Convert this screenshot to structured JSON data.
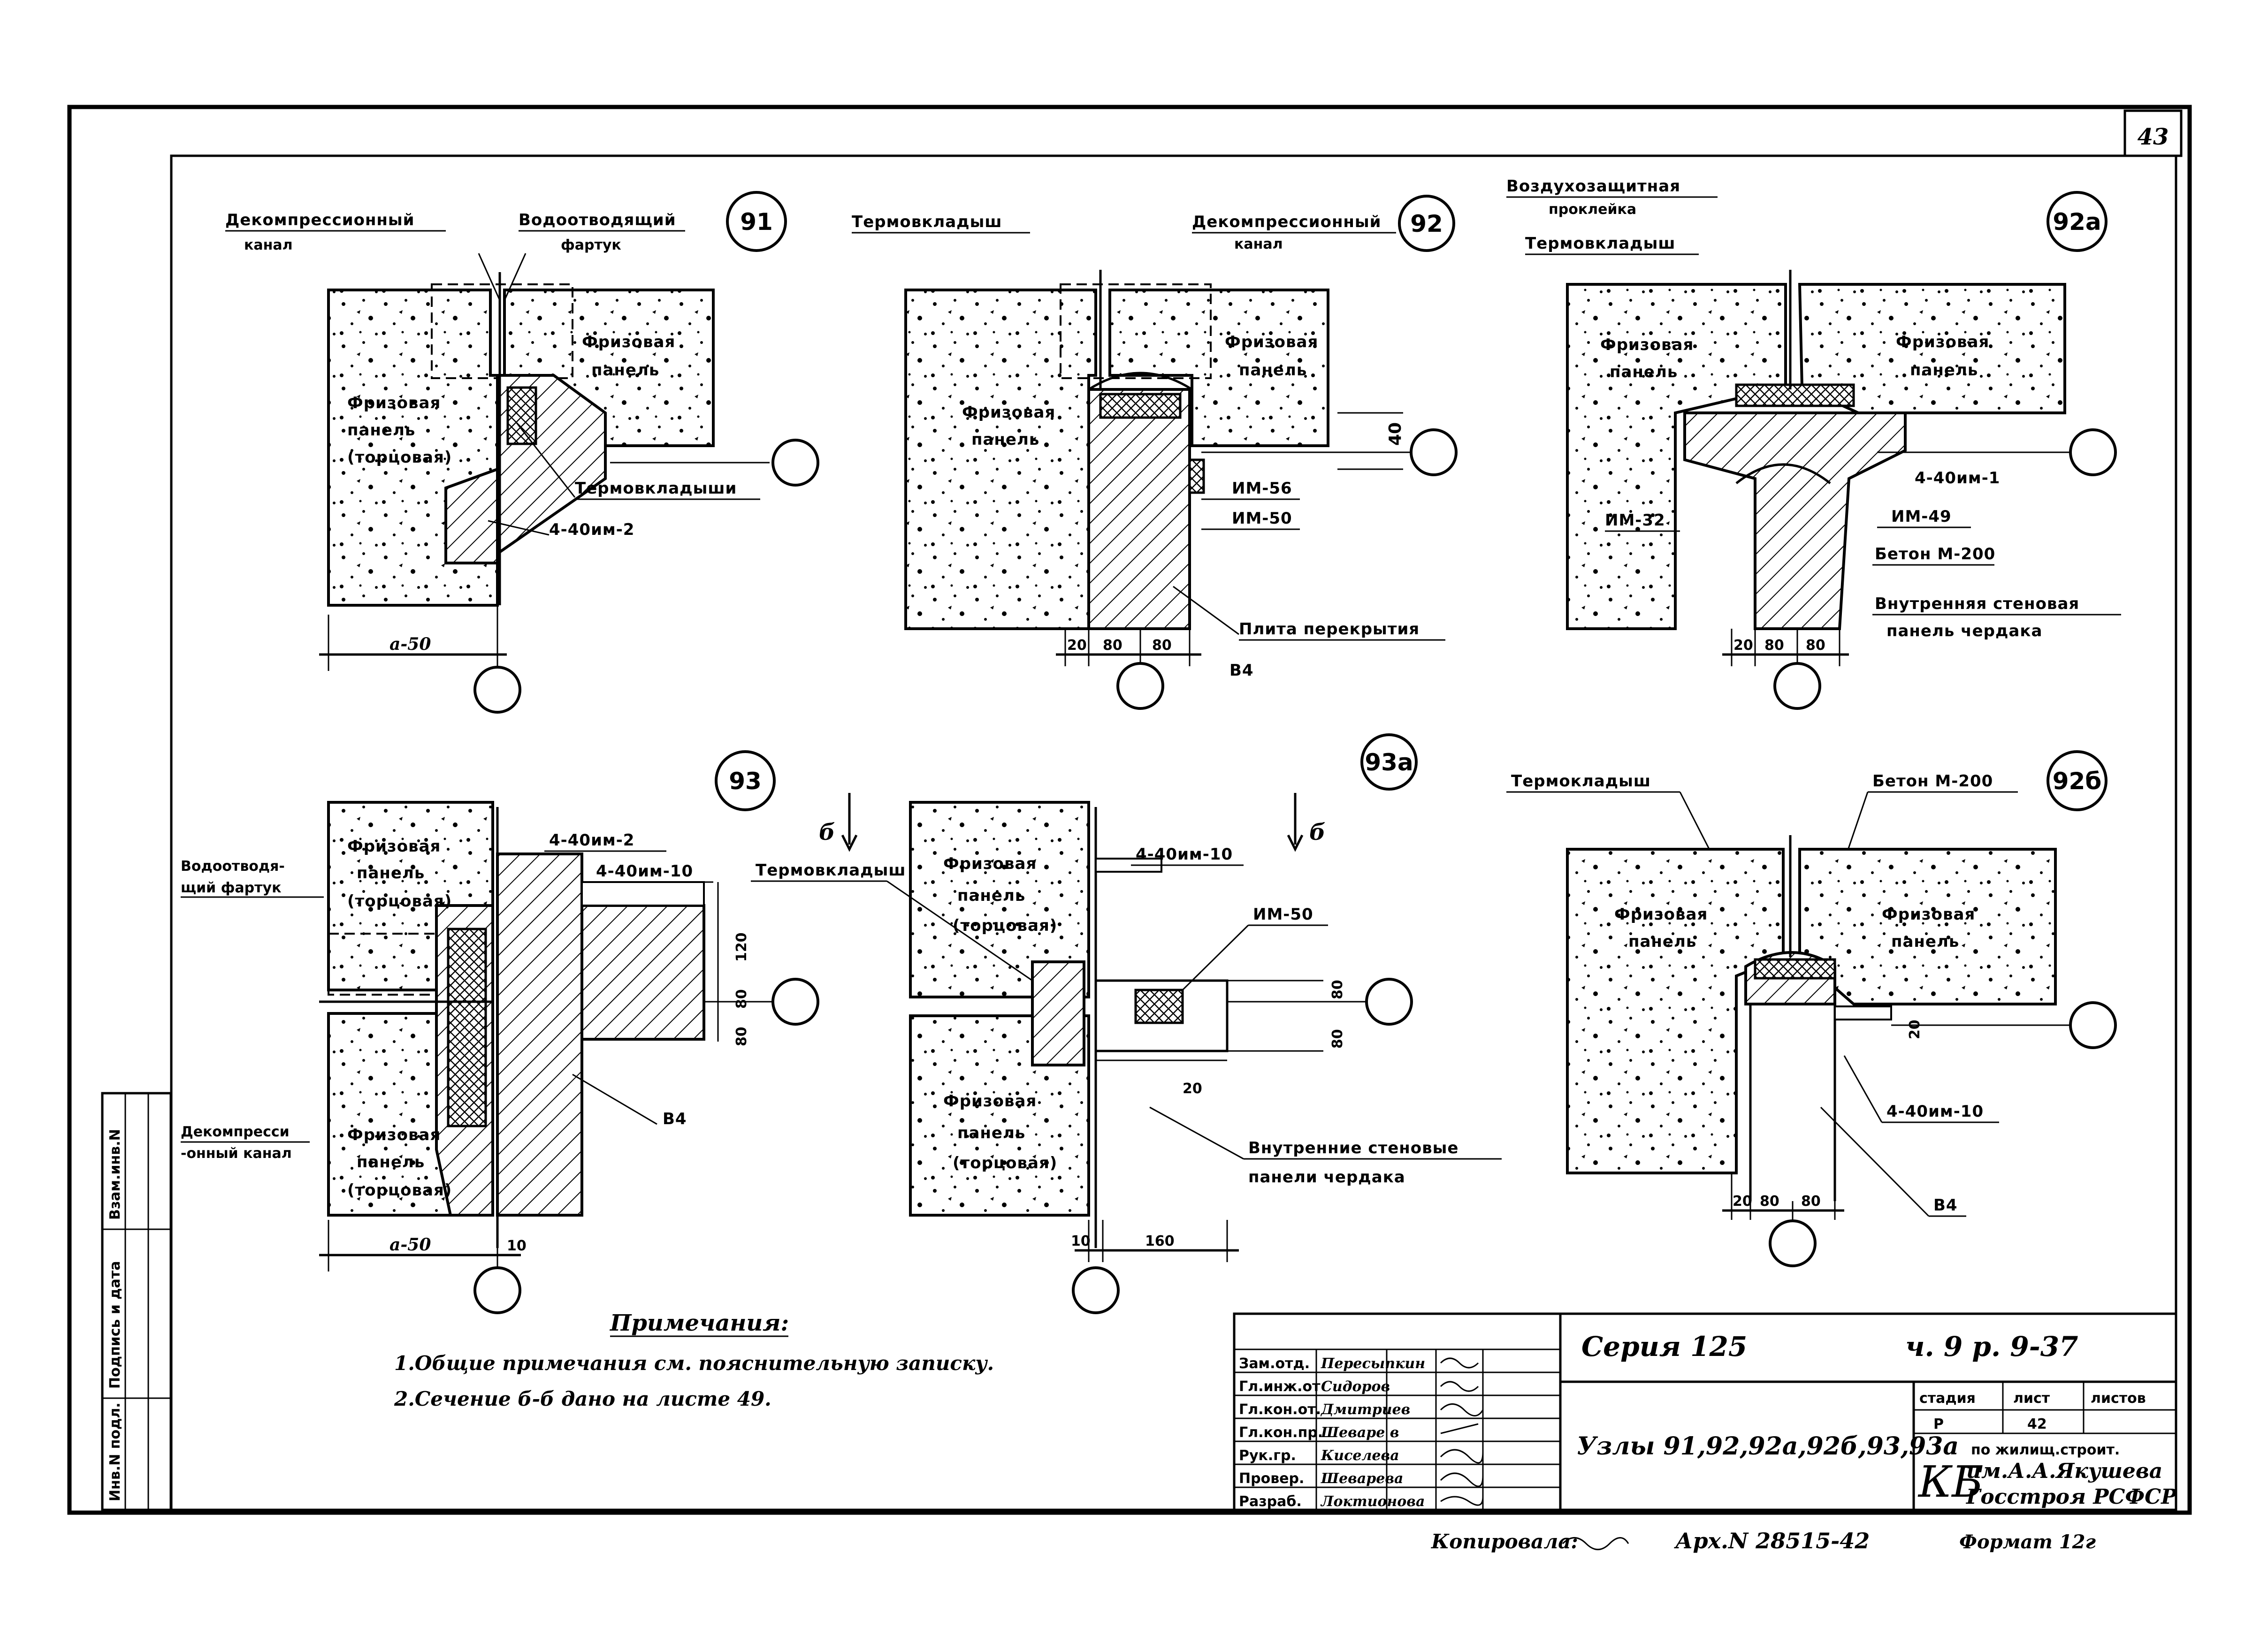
{
  "sheet": {
    "sheet_number": "43",
    "copied_by_label": "Копировала:",
    "archive_number": "Арх.N 28515-42",
    "format_label": "Формат 12г"
  },
  "side_stamp": {
    "col1": "Инв.N подл.",
    "col2": "Подпись и дата",
    "col3": "Взам.инв.N"
  },
  "nodes": {
    "n91": {
      "tag": "91",
      "labels": {
        "decomp": "Декомпрессионный",
        "decomp2": "канал",
        "drain": "Водоотводящий",
        "drain2": "фартук",
        "frieze": "Фризовая",
        "frieze2": "панель",
        "frieze_end": "Фризовая",
        "frieze_end2": "панель",
        "frieze_end3": "(торцовая)",
        "thermal": "Термовкладыши",
        "im": "4-40им-2",
        "dim": "а-50"
      }
    },
    "n92": {
      "tag": "92",
      "labels": {
        "thermal": "Термовкладыш",
        "decomp": "Декомпрессионный",
        "decomp2": "канал",
        "frieze_l": "Фризовая",
        "frieze_l2": "панель",
        "frieze_r": "Фризовая",
        "frieze_r2": "панель",
        "im56": "ИМ-56",
        "im50": "ИМ-50",
        "dim40": "40",
        "slab": "Плита перекрытия",
        "v4": "В4",
        "d20": "20",
        "d80a": "80",
        "d80b": "80"
      }
    },
    "n92a": {
      "tag": "92а",
      "labels": {
        "air": "Воздухозащитная",
        "air2": "проклейка",
        "thermal": "Термовкладыш",
        "frieze_l": "Фризовая",
        "frieze_l2": "панель",
        "frieze_r": "Фризовая",
        "frieze_r2": "панель",
        "im1": "4-40им-1",
        "im49": "ИМ-49",
        "im32": "ИМ-32",
        "concrete": "Бетон М-200",
        "inner": "Внутренняя стеновая",
        "inner2": "панель чердака",
        "d20": "20",
        "d80a": "80",
        "d80b": "80"
      }
    },
    "n93": {
      "tag": "93",
      "labels": {
        "drain": "Водоотводя-",
        "drain2": "щий фартук",
        "frieze": "Фризовая",
        "frieze2": "панель",
        "frieze3": "(торцовая)",
        "im2": "4-40им-2",
        "im10": "4-40им-10",
        "decomp": "Декомпресси",
        "decomp2": "-онный канал",
        "frieze_b": "Фризовая",
        "frieze_b2": "панель",
        "frieze_b3": "(торцовая)",
        "v4": "В4",
        "d120": "120",
        "d80": "80",
        "d80b": "80",
        "dim": "а-50",
        "d10": "10"
      }
    },
    "n93a": {
      "tag": "93а",
      "labels": {
        "sec_l": "б",
        "sec_r": "б",
        "thermal": "Термовкладыш",
        "frieze": "Фризовая",
        "frieze2": "панель",
        "frieze3": "(торцовая)",
        "frieze_b": "Фризовая",
        "frieze_b2": "панель",
        "frieze_b3": "(торцовая)",
        "im10": "4-40им-10",
        "im50": "ИМ-50",
        "d80": "80",
        "d80b": "80",
        "d20": "20",
        "inner": "Внутренние стеновые",
        "inner2": "панели чердака",
        "d10": "10",
        "d160": "160"
      }
    },
    "n92b": {
      "tag": "92б",
      "labels": {
        "thermal": "Термокладыш",
        "concrete": "Бетон М-200",
        "frieze_l": "Фризовая",
        "frieze_l2": "панель",
        "frieze_r": "Фризовая",
        "frieze_r2": "панель",
        "d20r": "20",
        "im10": "4-40им-10",
        "v4": "В4",
        "d20": "20",
        "d80a": "80",
        "d80b": "80"
      }
    }
  },
  "notes": {
    "title": "Примечания:",
    "line1": "1.Общие примечания см. пояснительную записку.",
    "line2": "2.Сечение б-б дано на листе 49."
  },
  "title_block": {
    "series": "Серия 125",
    "part": "ч. 9 р. 9-37",
    "title": "Узлы 91,92,92а,92б,93,93а",
    "rows": [
      {
        "role": "Зам.отд.",
        "name": "Пересыпкин"
      },
      {
        "role": "Гл.инж.от",
        "name": "Сидоров"
      },
      {
        "role": "Гл.кон.от.",
        "name": "Дмитриев"
      },
      {
        "role": "Гл.кон.пр.",
        "name": "Шеваре в"
      },
      {
        "role": "Рук.гр.",
        "name": "Киселева"
      },
      {
        "role": "Провер.",
        "name": "Шеварева"
      },
      {
        "role": "Разраб.",
        "name": "Локтионова"
      }
    ],
    "stage_label": "стадия",
    "sheet_label": "лист",
    "sheets_label": "листов",
    "stage": "Р",
    "sheet": "42",
    "org_kb": "КБ",
    "org1": "по жилищ.строит.",
    "org2": "им.А.А.Якушева",
    "org3": "Госстроя РСФСР"
  }
}
